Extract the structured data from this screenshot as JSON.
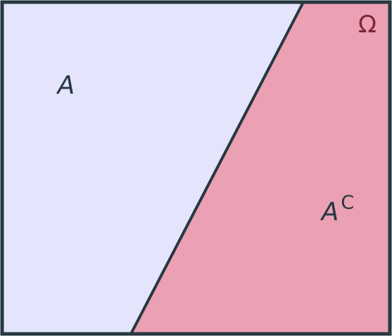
{
  "diagram": {
    "labels": {
      "universe": "Ω",
      "set": "A",
      "complement_base": "A",
      "complement_superscript": "C"
    },
    "colors": {
      "set_fill": "#e4e4fc",
      "complement_fill": "#eba0b3",
      "stroke": "#253840",
      "text": "#253840",
      "universe_text": "#7f2636"
    }
  }
}
